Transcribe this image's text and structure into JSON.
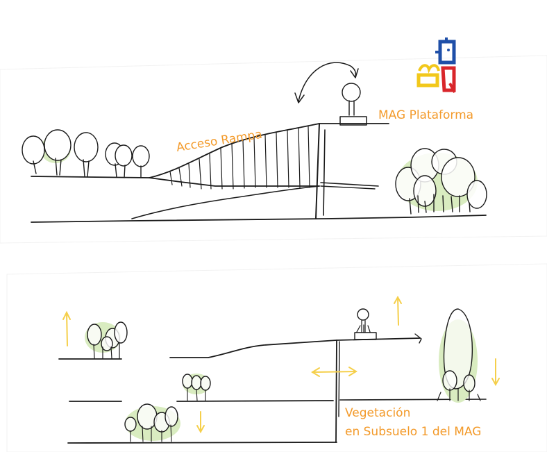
{
  "labels": {
    "ramp_access": "Acceso Rampa",
    "platform": "MAG Plataforma",
    "vegetation_line1": "Vegetación",
    "vegetation_line2": "en Subsuelo 1 del MAG"
  },
  "colors": {
    "label": "#f39a2a",
    "arrow": "#f5cf4a",
    "ink": "#1a1a1a",
    "foliage": "#d9ecc0",
    "logo_blue": "#1f4fa8",
    "logo_red": "#d9262b",
    "logo_yellow": "#f2c81b"
  },
  "icons": [
    "logo-icon",
    "curved-arrow-icon",
    "up-arrow-icon",
    "down-arrow-icon",
    "double-arrow-icon",
    "tree-icon"
  ]
}
